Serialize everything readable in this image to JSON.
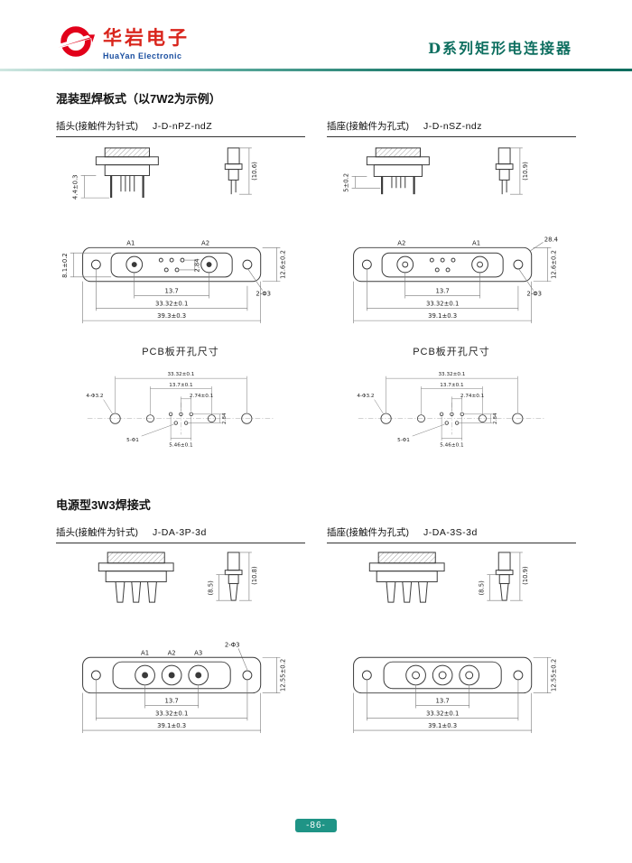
{
  "header": {
    "logo_cn": "华岩电子",
    "logo_en": "HuaYan Electronic",
    "doc_title": "D系列矩形电连接器"
  },
  "footer": {
    "page_number": "-86-"
  },
  "s1": {
    "title": "混装型焊板式（以7W2为示例）",
    "plug": {
      "type_label": "插头(接触件为针式)",
      "model": "J-D-nPZ-ndZ",
      "pcb_label": "PCB板开孔尺寸",
      "d": {
        "side_h": "(10.6)",
        "tail": "4.4±0.3",
        "left_v": "8.1±0.2",
        "right_v": "12.6±0.2",
        "row_v": "2.84",
        "pitch": "13.7",
        "span": "33.32±0.1",
        "overall": "39.3±0.3",
        "holes": "2-Φ3",
        "left_label": "A1",
        "right_label": "A2"
      }
    },
    "socket": {
      "type_label": "插座(接触件为孔式)",
      "model": "J-D-nSZ-ndz",
      "pcb_label": "PCB板开孔尺寸",
      "d": {
        "side_h": "(10.9)",
        "tail": "5±0.2",
        "top_right": "28.4",
        "right_v": "12.6±0.2",
        "pitch": "13.7",
        "span": "33.32±0.1",
        "overall": "39.1±0.3",
        "holes": "2-Φ3",
        "left_label": "A2",
        "right_label": "A1"
      }
    },
    "pcb": {
      "span": "33.32±0.1",
      "pitch": "13.7±0.1",
      "pin_pitch": "2.74±0.1",
      "big_holes": "4-Φ3.2",
      "small_holes": "5-Φ1",
      "bottom_span": "5.46±0.1",
      "row_offset": "2.84"
    }
  },
  "s2": {
    "title": "电源型3W3焊接式",
    "plug": {
      "type_label": "插头(接触件为针式)",
      "model": "J-DA-3P-3d",
      "d": {
        "side_h": "(10.8)",
        "body_h": "(8.5)",
        "holes": "2-Φ3",
        "right_v": "12.55±0.2",
        "pitch": "13.7",
        "span": "33.32±0.1",
        "overall": "39.1±0.3",
        "c1": "A1",
        "c2": "A2",
        "c3": "A3"
      }
    },
    "socket": {
      "type_label": "插座(接触件为孔式)",
      "model": "J-DA-3S-3d",
      "d": {
        "side_h": "(10.9)",
        "body_h": "(8.5)",
        "right_v": "12.55±0.2",
        "pitch": "13.7",
        "span": "33.32±0.1",
        "overall": "39.1±0.3"
      }
    }
  }
}
